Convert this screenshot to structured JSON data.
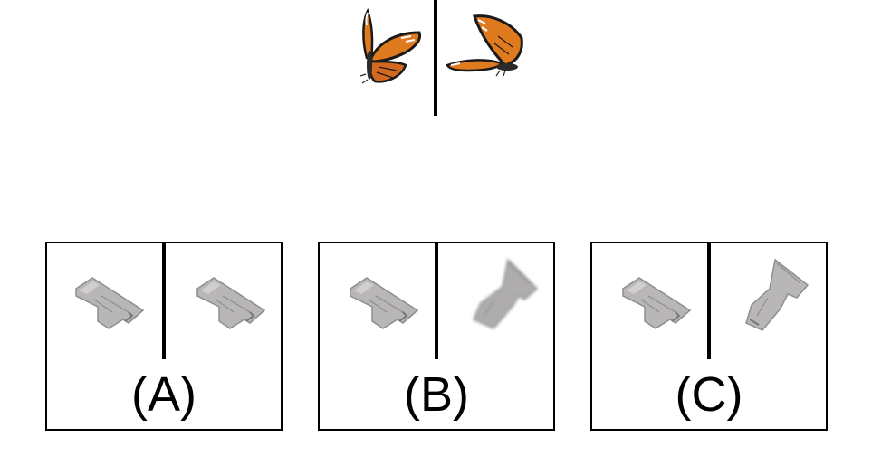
{
  "options": [
    {
      "id": "A",
      "label": "(A)"
    },
    {
      "id": "B",
      "label": "(B)"
    },
    {
      "id": "C",
      "label": "(C)"
    }
  ],
  "colors": {
    "butterfly_orange": "#e07a1f",
    "butterfly_black": "#1a1a1a",
    "sofa_gray": "#b8b6b6",
    "frame": "#000000"
  }
}
